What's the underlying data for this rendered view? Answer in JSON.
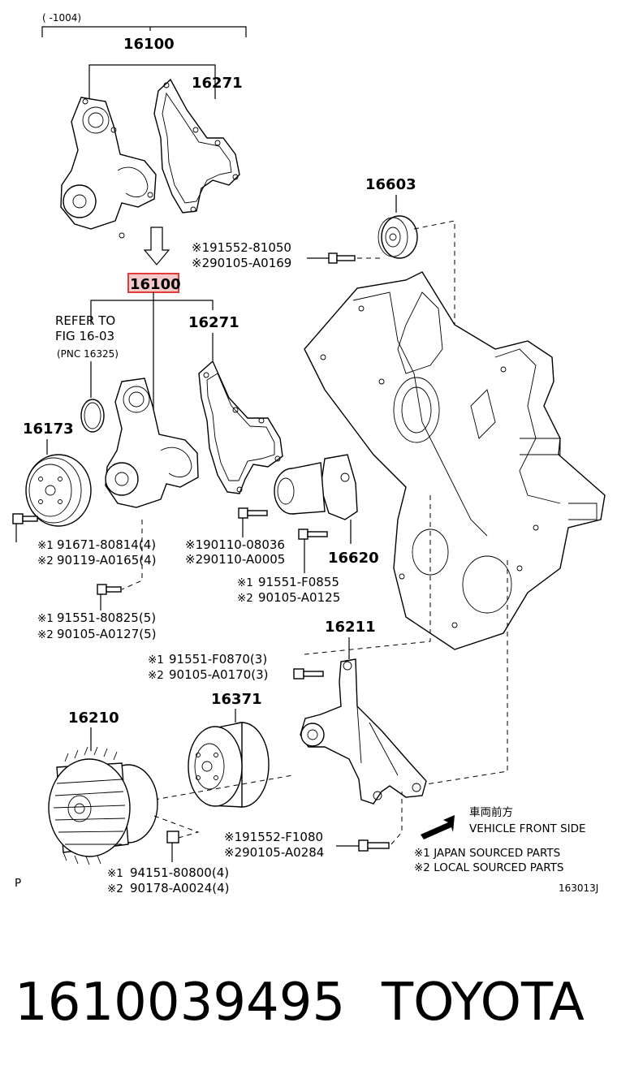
{
  "header": {
    "range_label": "(     -1004)"
  },
  "parts": {
    "p16100_top": "16100",
    "p16271_top": "16271",
    "p16603": "16603",
    "p16100_highlight": "16100",
    "p16271": "16271",
    "p16173": "16173",
    "p16620": "16620",
    "p16211": "16211",
    "p16371": "16371",
    "p16210": "16210"
  },
  "refer": {
    "line1": "REFER TO",
    "line2": "FIG 16-03",
    "line3": "(PNC 16325)"
  },
  "bolts": {
    "b16603_1": "※191552-81050",
    "b16603_2": "※290105-A0169",
    "b16173_1": "91671-80814(4)",
    "b16173_2": "90119-A0165(4)",
    "b_wp_1": "※190110-08036",
    "b_wp_2": "※290110-A0005",
    "b16620_1": "91551-F0855",
    "b16620_2": "90105-A0125",
    "b_pulley_1": "91551-80825(5)",
    "b_pulley_2": "90105-A0127(5)",
    "b16211_1": "91551-F0870(3)",
    "b16211_2": "90105-A0170(3)",
    "b16371_1": "※191552-F1080",
    "b16371_2": "※290105-A0284",
    "b16210_1": "94151-80800(4)",
    "b16210_2": "90178-A0024(4)"
  },
  "marks": {
    "m1": "※1",
    "m2": "※2"
  },
  "legend": {
    "front_jp": "車両前方",
    "front_en": "VEHICLE FRONT SIDE",
    "note1": "※1 JAPAN SOURCED PARTS",
    "note2": "※2 LOCAL SOURCED PARTS"
  },
  "footer": {
    "p_label": "P",
    "fig_code": "163013J"
  },
  "caption": {
    "part_number": "1610039495",
    "brand": "TOYOTA"
  },
  "colors": {
    "highlight": "#e23b3b",
    "highlight_fill": "#f6c9c9"
  }
}
